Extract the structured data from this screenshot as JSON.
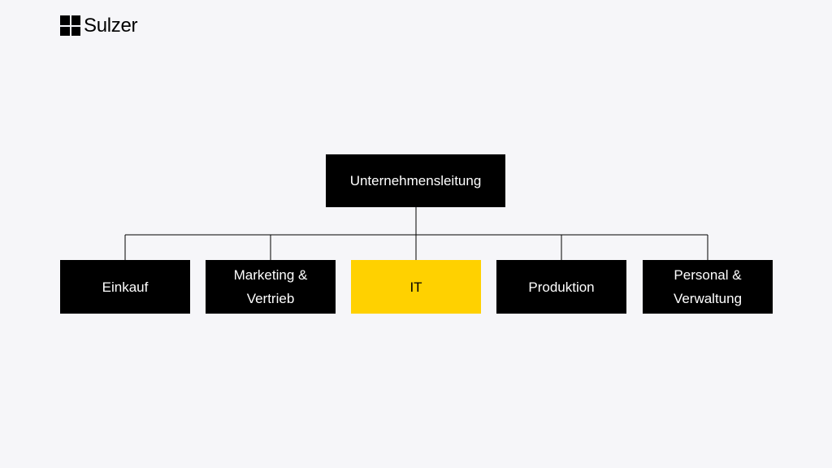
{
  "brand": {
    "name": "Sulzer",
    "logo_icon": "four-squares-logo-icon"
  },
  "colors": {
    "background": "#f6f6f9",
    "box": "#000000",
    "box_text": "#ffffff",
    "highlight": "#ffd100",
    "connector": "#000000"
  },
  "org_chart": {
    "root": {
      "label": "Unternehmensleitung"
    },
    "children": [
      {
        "label": "Einkauf",
        "highlighted": false
      },
      {
        "label": "Marketing &\nVertrieb",
        "highlighted": false
      },
      {
        "label": "IT",
        "highlighted": true
      },
      {
        "label": "Produktion",
        "highlighted": false
      },
      {
        "label": "Personal &\nVerwaltung",
        "highlighted": false
      }
    ]
  }
}
